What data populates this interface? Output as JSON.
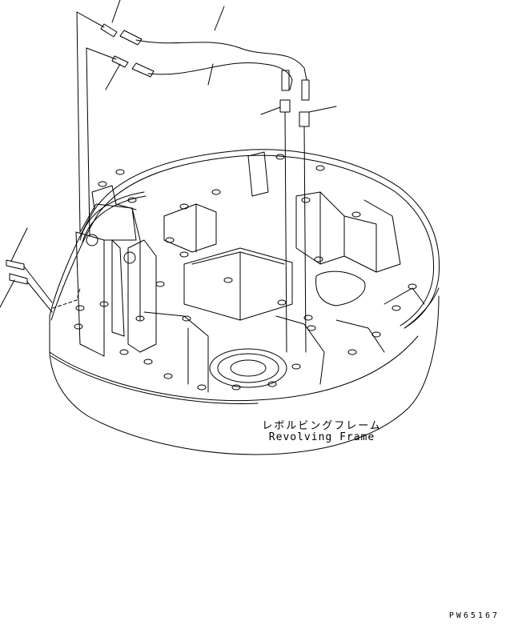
{
  "diagram": {
    "part_label_japanese": "レボルビングフレーム",
    "part_label_english": "Revolving Frame",
    "drawing_number": "PW65167"
  },
  "colors": {
    "line": "#000000",
    "background": "#ffffff"
  }
}
